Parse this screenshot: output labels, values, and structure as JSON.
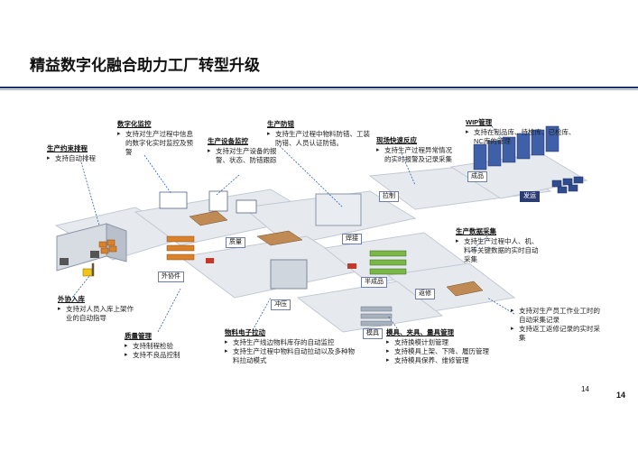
{
  "title": "精益数字化融合助力工厂转型升级",
  "page_number": "14",
  "page_number_bold": "14",
  "zones": {
    "wip": "外协件",
    "weld": "焊接",
    "quality": "质量",
    "stamping": "冲压",
    "semi": "半成品",
    "repair": "返修",
    "mold": "模具",
    "finished": "成品",
    "shipping": "发运",
    "assembly": "拉制"
  },
  "annotations": {
    "digital_monitor": {
      "heading": "数字化监控",
      "items": [
        "支持对生产过程中信息的数字化实时监控及预警"
      ]
    },
    "production_constraint": {
      "heading": "生产约束排程",
      "items": [
        "支持自动排程"
      ]
    },
    "equipment_monitor": {
      "heading": "生产设备监控",
      "items": [
        "支持对生产设备的报警、状态、防错跟踪"
      ]
    },
    "error_proof": {
      "heading": "生产防错",
      "items": [
        "支持生产过程中物料防错、工装防错、人员认证防错。"
      ]
    },
    "onsite_response": {
      "heading": "现场快速反应",
      "items": [
        "支持生产过程异常情况的实时报警及记录采集"
      ]
    },
    "wip_mgmt": {
      "heading": "WIP管理",
      "items": [
        "支持在制品库、待检库、已检库、NC库的管理"
      ]
    },
    "data_collection": {
      "heading": "生产数据采集",
      "items": [
        "支持生产过程中人、机、料等关键数据的实时自动采集"
      ]
    },
    "outsource_inbound": {
      "heading": "外协入库",
      "items": [
        "支持对人员入库上架作业的自动指导"
      ]
    },
    "quality_mgmt": {
      "heading": "质量管理",
      "items": [
        "支持制程检验",
        "支持不良品控制"
      ]
    },
    "material_pull": {
      "heading": "物料电子拉动",
      "items": [
        "支持生产线边物料库存的自动监控",
        "支持生产过程中物料自动拉动以及多种物料拉动模式"
      ]
    },
    "tooling_mgmt": {
      "heading": "模具、夹具、量具管理",
      "items": [
        "支持换模计划管理",
        "支持模具上架、下降、履历管理",
        "支持模具保养、维修管理"
      ]
    },
    "worker_hours": {
      "heading": "",
      "items": [
        "支持对生产员工作业工时的自动采集记录",
        "支持返工返修记录的实时采集"
      ]
    }
  },
  "colors": {
    "title_rule": "#1e2f6e",
    "floor": "#e6eaef",
    "floor_edge": "#c2c9d3",
    "shelf_blue": "#3f5fa8",
    "crate_orange": "#d9822b",
    "crate_green": "#7ab648",
    "leader": "#2c62b8"
  }
}
